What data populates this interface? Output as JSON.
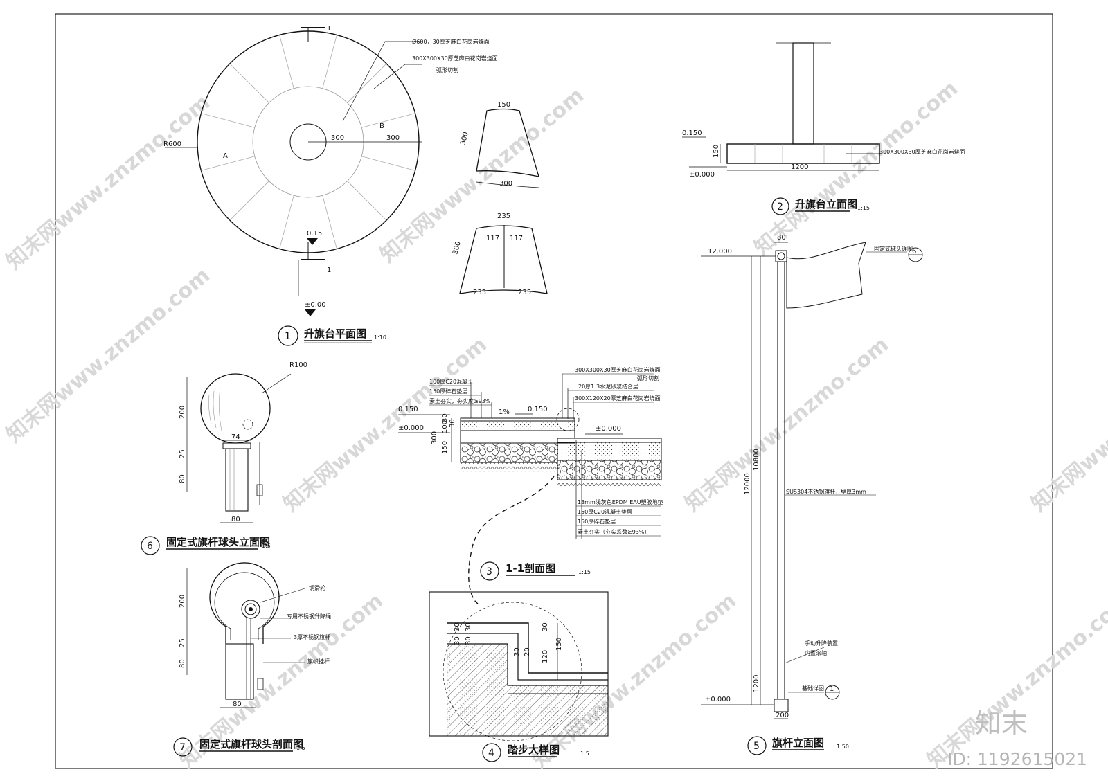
{
  "plan": {
    "title": "升旗台平面图",
    "num": "1",
    "scale": "1:10",
    "radius": "R600",
    "dim_inner": "300",
    "dim_outer": "300",
    "zone_a": "A",
    "zone_b": "B",
    "note1": "Ø600，30厚芝麻白花岗岩烧面",
    "note2": "300X300X30厚芝麻白花岗岩烧面",
    "note2b": "弧形切割",
    "level1": "0.15",
    "level0": "±0.00",
    "section_mark": "1"
  },
  "pieces": {
    "top1": "150",
    "side1": "300",
    "bottom1": "300",
    "top2": "235",
    "side2": "300",
    "mid2a": "117",
    "mid2b": "117",
    "bottom2a": "235",
    "bottom2b": "235"
  },
  "elevation": {
    "title": "升旗台立面图",
    "num": "2",
    "scale": "1:15",
    "level_top": "0.150",
    "level_base": "±0.000",
    "height": "150",
    "width": "1200",
    "note": "300X300X30厚芝麻白花岗岩烧面"
  },
  "section": {
    "title": "1-1剖面图",
    "num": "3",
    "scale": "1:15",
    "layers_left": [
      "100厚C20混凝土",
      "150厚碎石垫层",
      "素土夯实，夯实度≥93%"
    ],
    "layers_top": [
      "300X300X30厚芝麻白花岗岩烧面",
      "弧形切割",
      "20厚1:3水泥砂浆结合层",
      "300X120X20厚芝麻白花岗岩烧面"
    ],
    "layers_right": [
      "13mm浅灰色EPDM EAU塑胶地垫",
      "150厚C20混凝土垫层",
      "150厚碎石垫层",
      "素土夯实（夯实系数≥93%）"
    ],
    "slope": "1%",
    "level_a": "0.150",
    "level_b": "±0.000",
    "level_c": "0.150",
    "level_d": "±0.000",
    "dims": [
      "30",
      "100",
      "30",
      "150",
      "300"
    ]
  },
  "step": {
    "title": "踏步大样图",
    "num": "4",
    "scale": "1:5",
    "dims": [
      "30",
      "30",
      "30",
      "30",
      "20",
      "30",
      "120",
      "150"
    ]
  },
  "pole": {
    "title": "旗杆立面图",
    "num": "5",
    "scale": "1:50",
    "top_width": "80",
    "level_top": "12.000",
    "level_base": "±0.000",
    "h_total": "12000",
    "h_upper": "10800",
    "h_lower": "1200",
    "base_width": "200",
    "note_top": "固定式球头详图",
    "note_top_ref": "6",
    "note_mid": "SUS304不锈钢旗杆，壁厚3mm",
    "note_low1": "手动升降装置",
    "note_low2": "内置滚轴",
    "note_base": "基础详图",
    "note_base_ref": "1"
  },
  "ball_elev": {
    "title": "固定式旗杆球头立面图",
    "num": "6",
    "scale": "1:5",
    "radius": "R100",
    "d1": "200",
    "d2": "25",
    "d3": "80",
    "w1": "74",
    "w2": "80"
  },
  "ball_sect": {
    "title": "固定式旗杆球头剖面图",
    "num": "7",
    "scale": "1:5",
    "d1": "200",
    "d2": "25",
    "d3": "80",
    "w": "80",
    "notes": [
      "铜滑轮",
      "专用不锈钢升降绳",
      "3厚不锈钢旗杆",
      "旗帜挂杆"
    ]
  },
  "brand": {
    "logo": "知末",
    "id": "ID: 1192615021",
    "watermark": "知末网www.znzmo.com"
  }
}
